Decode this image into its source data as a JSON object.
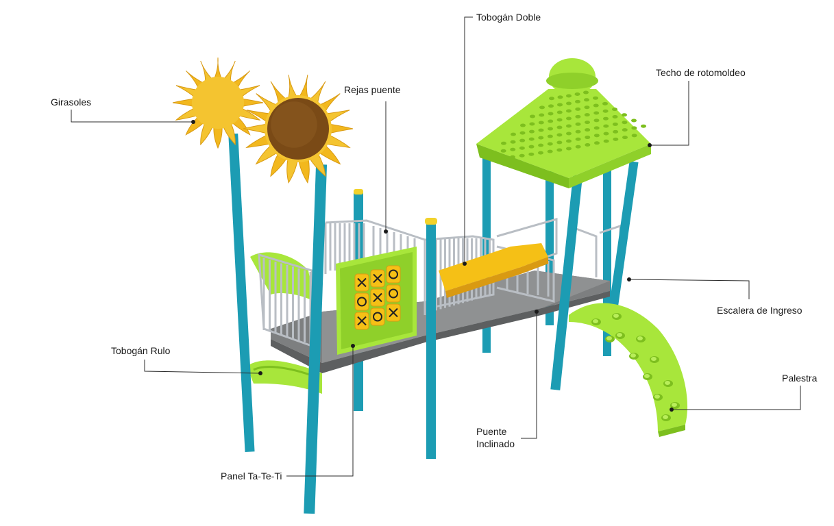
{
  "colors": {
    "post": "#1c9cb3",
    "post_dark": "#137f93",
    "post_cap": "#f2d22b",
    "green": "#a8e63b",
    "green_dark": "#7dbf1e",
    "petal": "#f4c430",
    "petal_dark": "#d99a12",
    "flower_center": "#7a4a16",
    "rail": "#b9bec4",
    "deck": "#7d7f80",
    "panel_yellow": "#f5c016",
    "callout_line": "#2a2a2a"
  },
  "callouts": [
    {
      "id": "girasoles",
      "label": "Girasoles"
    },
    {
      "id": "rejas-puente",
      "label": "Rejas puente"
    },
    {
      "id": "tobogan-doble",
      "label": "Tobogán Doble"
    },
    {
      "id": "techo",
      "label": "Techo de rotomoldeo"
    },
    {
      "id": "escalera",
      "label": "Escalera de Ingreso"
    },
    {
      "id": "palestra",
      "label": "Palestra"
    },
    {
      "id": "puente-inclinado",
      "label": "Puente Inclinado"
    },
    {
      "id": "panel",
      "label": "Panel Ta-Te-Ti"
    },
    {
      "id": "tobogan-rulo",
      "label": "Tobogán Rulo"
    }
  ],
  "tic_tac_toe": [
    "X",
    "X",
    "O",
    "O",
    "X",
    "O",
    "X",
    "O",
    "X"
  ]
}
